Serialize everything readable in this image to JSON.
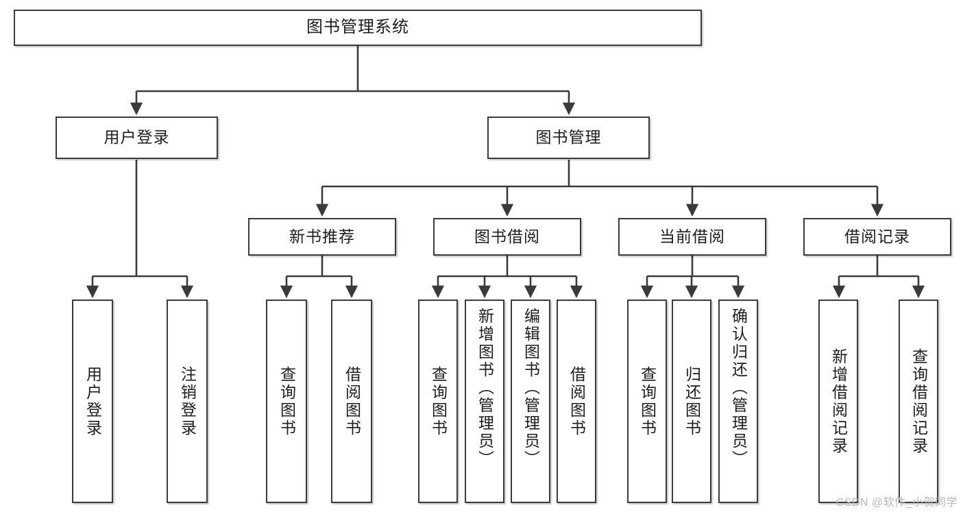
{
  "diagram": {
    "title": "图书管理系统",
    "type": "tree",
    "watermark": "CSDN @软件_小贺同学",
    "colors": {
      "box_border": "#3a3a3a",
      "box_fill": "#ffffff",
      "edge": "#3a3a3a",
      "text": "#1d1d1d",
      "watermark": "#b8b8b8"
    },
    "nodes": {
      "root": {
        "label": "图书管理系统"
      },
      "level1": [
        {
          "id": "user-login",
          "label": "用户登录"
        },
        {
          "id": "book-manage",
          "label": "图书管理"
        }
      ],
      "level2": [
        {
          "id": "new-book-recommend",
          "label": "新书推荐"
        },
        {
          "id": "book-borrow",
          "label": "图书借阅"
        },
        {
          "id": "current-borrow",
          "label": "当前借阅"
        },
        {
          "id": "borrow-record",
          "label": "借阅记录"
        }
      ],
      "leaves": {
        "user-login": [
          {
            "id": "leaf-user-login",
            "label": "用户登录"
          },
          {
            "id": "leaf-logout",
            "label": "注销登录"
          }
        ],
        "new-book-recommend": [
          {
            "id": "leaf-query-book-1",
            "label": "查询图书"
          },
          {
            "id": "leaf-borrow-book-1",
            "label": "借阅图书"
          }
        ],
        "book-borrow": [
          {
            "id": "leaf-query-book-2",
            "label": "查询图书"
          },
          {
            "id": "leaf-add-book",
            "label": "新增图书（管理员）"
          },
          {
            "id": "leaf-edit-book",
            "label": "编辑图书（管理员）"
          },
          {
            "id": "leaf-borrow-book-2",
            "label": "借阅图书"
          }
        ],
        "current-borrow": [
          {
            "id": "leaf-query-book-3",
            "label": "查询图书"
          },
          {
            "id": "leaf-return-book",
            "label": "归还图书"
          },
          {
            "id": "leaf-confirm-return",
            "label": "确认归还（管理员）"
          }
        ],
        "borrow-record": [
          {
            "id": "leaf-add-record",
            "label": "新增借阅记录"
          },
          {
            "id": "leaf-query-record",
            "label": "查询借阅记录"
          }
        ]
      }
    }
  }
}
